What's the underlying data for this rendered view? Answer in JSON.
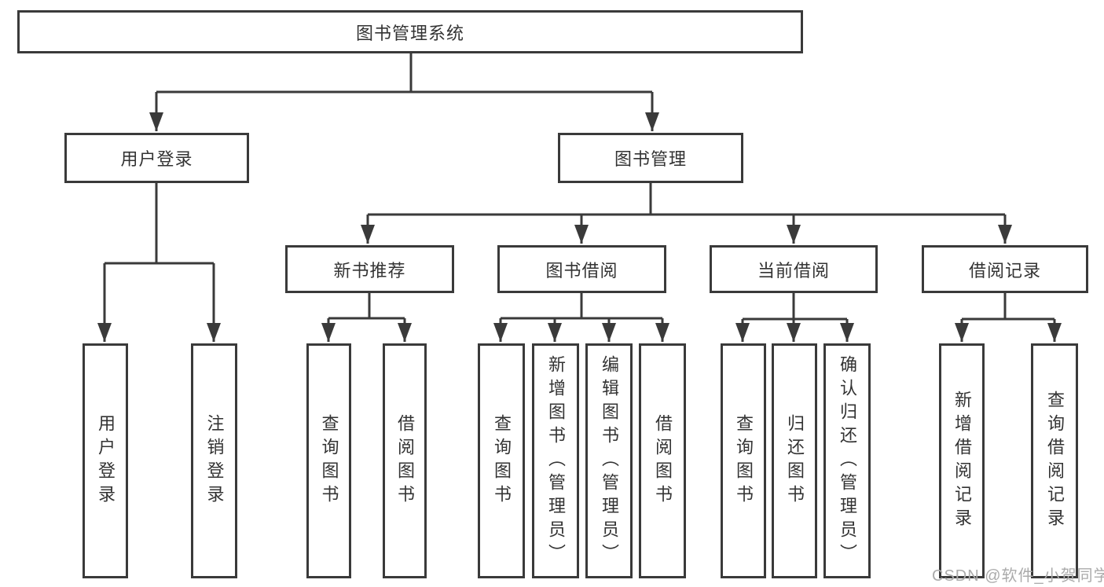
{
  "tree": {
    "root": "图书管理系统",
    "branches": [
      {
        "label": "用户登录",
        "children": [
          "用户登录",
          "注销登录"
        ]
      },
      {
        "label": "图书管理",
        "groups": [
          {
            "label": "新书推荐",
            "children": [
              "查询图书",
              "借阅图书"
            ]
          },
          {
            "label": "图书借阅",
            "children": [
              "查询图书",
              "新增图书（管理员）",
              "编辑图书（管理员）",
              "借阅图书"
            ]
          },
          {
            "label": "当前借阅",
            "children": [
              "查询图书",
              "归还图书",
              "确认归还（管理员）"
            ]
          },
          {
            "label": "借阅记录",
            "children": [
              "新增借阅记录",
              "查询借阅记录"
            ]
          }
        ]
      }
    ]
  },
  "watermark": {
    "text": "CSDN @软件_小贺同学"
  },
  "colors": {
    "line": "#3a3a3a",
    "text": "#333333",
    "box_background": "#ffffff",
    "watermark": "#ababab"
  }
}
